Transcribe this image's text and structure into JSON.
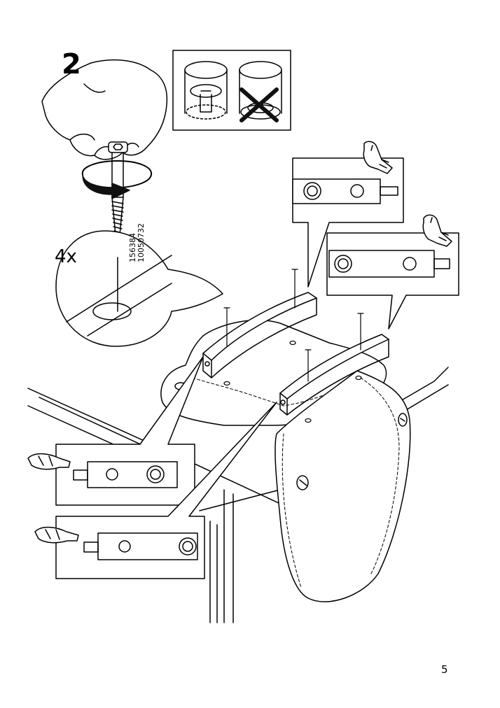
{
  "step_number": "2",
  "quantity": "4x",
  "part_numbers": [
    "156384",
    "10050732"
  ],
  "page_number": "5",
  "icons": [
    "hand-icon",
    "screw-icon",
    "wrong-cross-icon",
    "pointing-hand-icon",
    "rotate-arrow-icon",
    "cushion-icon",
    "rail-icon"
  ],
  "colors": {
    "ink": "#000000",
    "paper": "#ffffff",
    "arrow": "#111111"
  }
}
